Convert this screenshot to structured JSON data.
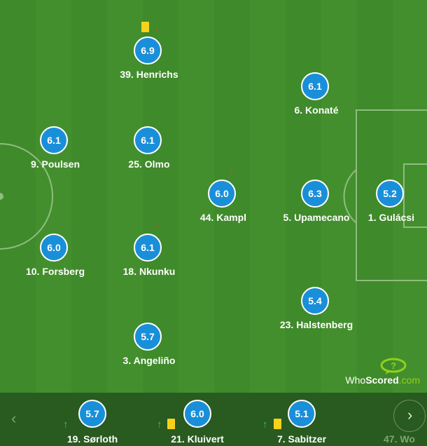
{
  "starters": [
    {
      "id": "henrichs",
      "rating": "6.9",
      "name": "39. Henrichs"
    },
    {
      "id": "konate",
      "rating": "6.1",
      "name": "6. Konaté"
    },
    {
      "id": "poulsen",
      "rating": "6.1",
      "name": "9. Poulsen"
    },
    {
      "id": "olmo",
      "rating": "6.1",
      "name": "25. Olmo"
    },
    {
      "id": "kampl",
      "rating": "6.0",
      "name": "44. Kampl"
    },
    {
      "id": "upamecano",
      "rating": "6.3",
      "name": "5. Upamecano"
    },
    {
      "id": "gulacsi",
      "rating": "5.2",
      "name": "1. Gulácsi"
    },
    {
      "id": "forsberg",
      "rating": "6.0",
      "name": "10. Forsberg"
    },
    {
      "id": "nkunku",
      "rating": "6.1",
      "name": "18. Nkunku"
    },
    {
      "id": "halstenberg",
      "rating": "5.4",
      "name": "23. Halstenberg"
    },
    {
      "id": "angelino",
      "rating": "5.7",
      "name": "3. Angeliño"
    }
  ],
  "events": {
    "henrichs": [
      "yellow-card",
      "subbed-off"
    ],
    "kampl": [
      "subbed-off"
    ],
    "nkunku": [
      "subbed-off"
    ],
    "sorloth": [
      "subbed-on"
    ],
    "kluivert": [
      "subbed-on",
      "yellow-card"
    ],
    "sabitzer": [
      "subbed-on",
      "yellow-card"
    ]
  },
  "subs": [
    {
      "id": "sorloth",
      "rating": "5.7",
      "name": "19. Sørloth"
    },
    {
      "id": "kluivert",
      "rating": "6.0",
      "name": "21. Kluivert"
    },
    {
      "id": "sabitzer",
      "rating": "5.1",
      "name": "7. Sabitzer"
    },
    {
      "id": "partial",
      "name": "47. Wo"
    }
  ],
  "logo": {
    "who": "Who",
    "scored": "Scored",
    "dotcom": ".com"
  },
  "nav": {
    "prev": "‹",
    "next": "›"
  },
  "colors": {
    "rating_bg": "#1a8fd9",
    "card": "#f7d21b",
    "arrow_off": "#e0452a",
    "arrow_on": "#2fcf3a",
    "bench_bg": "#295a20"
  }
}
